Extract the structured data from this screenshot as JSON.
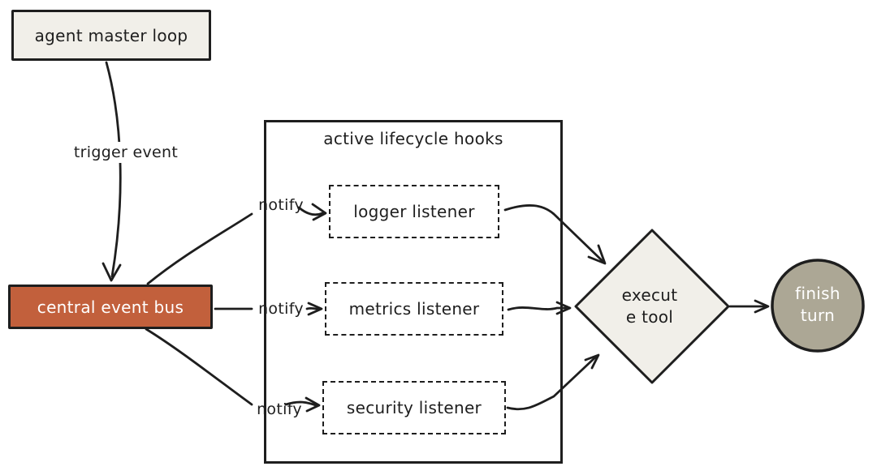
{
  "diagram": {
    "agent_master_loop": {
      "label": "agent master loop"
    },
    "trigger_event": {
      "label": "trigger event"
    },
    "central_event_bus": {
      "label": "central event bus"
    },
    "hooks_container": {
      "title": "active lifecycle hooks"
    },
    "listeners": [
      {
        "label": "logger listener",
        "notify_label": "notify"
      },
      {
        "label": "metrics listener",
        "notify_label": "notify"
      },
      {
        "label": "security listener",
        "notify_label": "notify"
      }
    ],
    "execute_tool": {
      "line1": "execut",
      "line2": "e tool"
    },
    "finish_turn": {
      "line1": "finish",
      "line2": "turn"
    },
    "colors": {
      "stroke": "#1e1e1e",
      "node_fill": "#f1efe9",
      "bus_fill": "#c2603c",
      "finish_fill": "#aca795",
      "background": "#ffffff"
    }
  }
}
